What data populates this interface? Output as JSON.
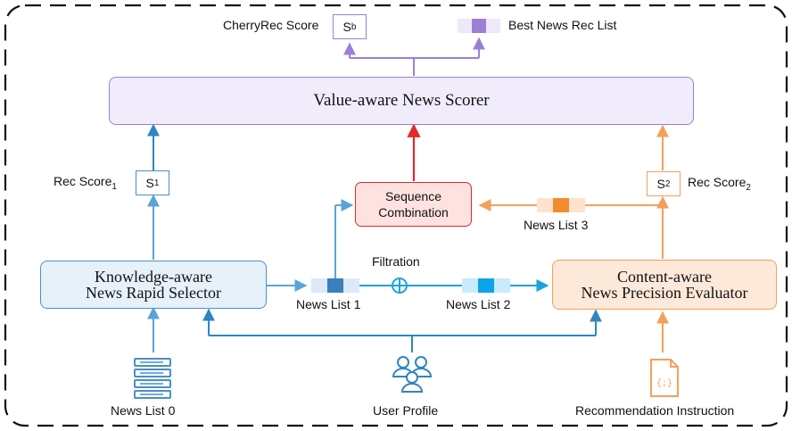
{
  "top": {
    "cherryrec_label": "CherryRec Score",
    "sb_letter": "S",
    "sb_sub": "b",
    "best_list_label": "Best News Rec List"
  },
  "scorer": {
    "label": "Value-aware News Scorer"
  },
  "left": {
    "rec_score_label": "Rec Score",
    "rec_score_sub": "1",
    "s1_letter": "S",
    "s1_sub": "1",
    "selector_line1": "Knowledge-aware",
    "selector_line2": "News Rapid Selector",
    "news_list0": "News List 0"
  },
  "middle": {
    "combo_line1": "Sequence",
    "combo_line2": "Combination",
    "filtration": "Filtration",
    "news_list1": "News List 1",
    "news_list2": "News List 2",
    "news_list3": "News List 3",
    "user_profile": "User Profile"
  },
  "right": {
    "s2_letter": "S",
    "s2_sub": "2",
    "rec_score_label": "Rec Score",
    "rec_score_sub": "2",
    "evaluator_line1": "Content-aware",
    "evaluator_line2": "News Precision Evaluator",
    "instruction": "Recommendation Instruction",
    "doc_glyph": "{;}"
  },
  "colors": {
    "purple": "#9b7fd4",
    "purple_fill": "#f1ecfb",
    "blue": "#2e86c1",
    "blue_fill": "#e6f1fa",
    "orange": "#f5a05a",
    "orange_fill": "#fde9da",
    "red": "#e02a2a",
    "red_fill": "#fde2e0",
    "cyan": "#1aa3e0"
  }
}
